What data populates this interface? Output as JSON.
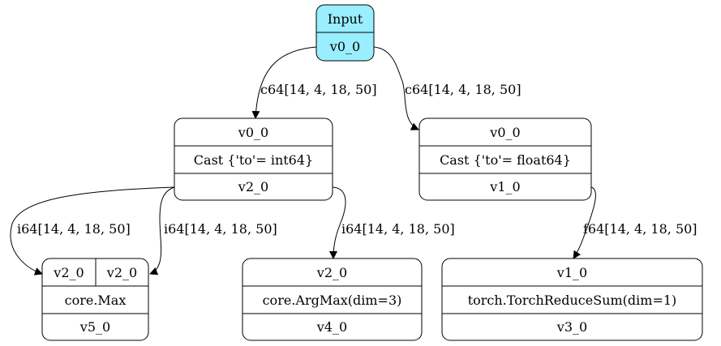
{
  "nodes": {
    "input": {
      "title": "Input",
      "output": "v0_0",
      "fill": "#99eeff"
    },
    "cast_int": {
      "input": "v0_0",
      "op": "Cast {'to'= int64}",
      "output": "v2_0"
    },
    "cast_float": {
      "input": "v0_0",
      "op": "Cast {'to'= float64}",
      "output": "v1_0"
    },
    "max": {
      "input_a": "v2_0",
      "input_b": "v2_0",
      "op": "core.Max",
      "output": "v5_0"
    },
    "argmax": {
      "input": "v2_0",
      "op": "core.ArgMax(dim=3)",
      "output": "v4_0"
    },
    "reducesum": {
      "input": "v1_0",
      "op": "torch.TorchReduceSum(dim=1)",
      "output": "v3_0"
    }
  },
  "edges": {
    "input_to_cast_int": "c64[14, 4, 18, 50]",
    "input_to_cast_float": "c64[14, 4, 18, 50]",
    "cast_int_to_max_a": "i64[14, 4, 18, 50]",
    "cast_int_to_max_b": "i64[14, 4, 18, 50]",
    "cast_int_to_argmax": "i64[14, 4, 18, 50]",
    "cast_float_to_reducesum": "f64[14, 4, 18, 50]"
  }
}
